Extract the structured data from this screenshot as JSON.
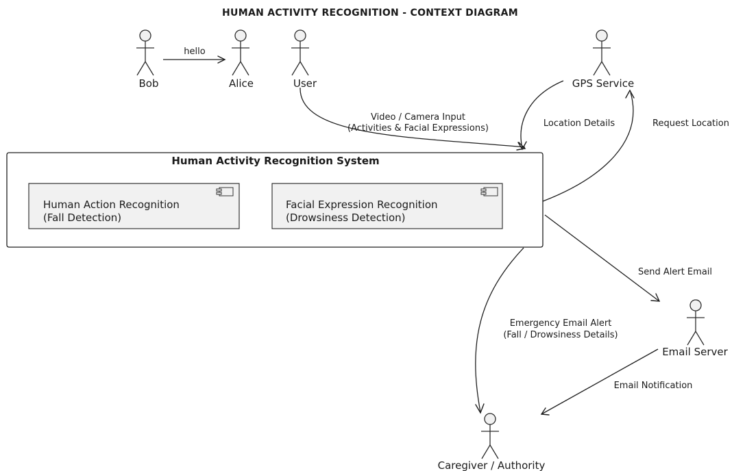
{
  "diagram": {
    "title": "HUMAN ACTIVITY RECOGNITION - CONTEXT DIAGRAM",
    "system": {
      "title": "Human Activity Recognition System",
      "components": [
        {
          "line1": "Human Action Recognition",
          "line2": "(Fall Detection)"
        },
        {
          "line1": "Facial Expression Recognition",
          "line2": "(Drowsiness Detection)"
        }
      ]
    },
    "actors": {
      "bob": "Bob",
      "alice": "Alice",
      "user": "User",
      "gps": "GPS Service",
      "email_server": "Email Server",
      "caregiver": "Caregiver / Authority"
    },
    "edges": {
      "hello": "hello",
      "video_line1": "Video / Camera Input",
      "video_line2": "(Activities & Facial Expressions)",
      "location_details": "Location Details",
      "request_location": "Request Location",
      "send_alert": "Send Alert Email",
      "emergency_line1": "Emergency Email Alert",
      "emergency_line2": "(Fall / Drowsiness Details)",
      "email_notification": "Email Notification"
    }
  }
}
